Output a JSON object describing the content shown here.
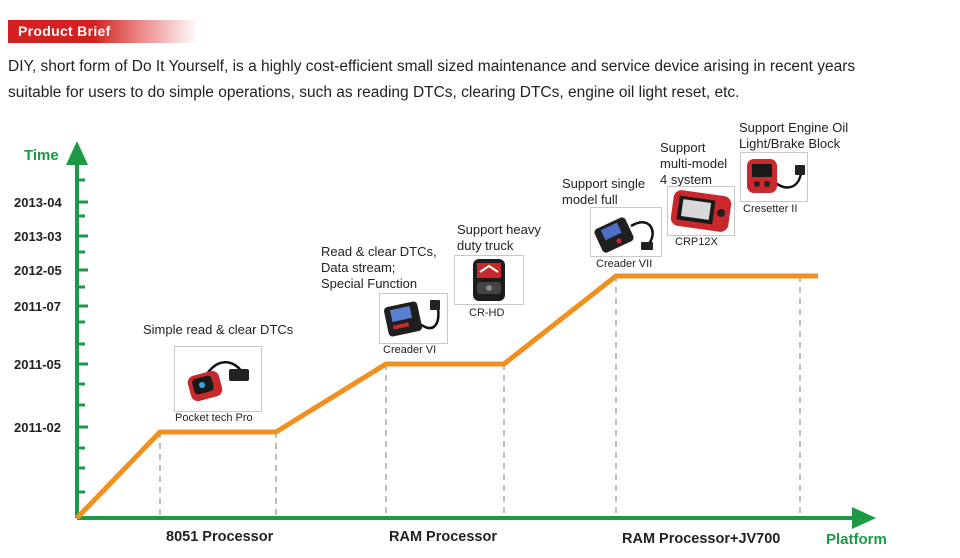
{
  "header": {
    "title": "Product Brief"
  },
  "intro": "DIY, short form of Do It Yourself, is a highly cost-efficient small sized maintenance and service device arising in recent years suitable for users to do simple operations, such as reading DTCs, clearing DTCs, engine oil light reset, etc.",
  "axes": {
    "y_title": "Time",
    "x_title": "Platform",
    "y_ticks": [
      "2013-04",
      "2013-03",
      "2012-05",
      "2011-07",
      "2011-05",
      "2011-02"
    ],
    "x_categories": [
      "8051 Processor",
      "RAM Processor",
      "RAM Processor+JV700"
    ]
  },
  "colors": {
    "timeline": "#f0901e",
    "axis": "#1a9a45",
    "banner": "#d42020"
  },
  "products": [
    {
      "name": "Pocket tech Pro",
      "description": "Simple read & clear DTCs",
      "icon": "pocket-scanner-icon"
    },
    {
      "name": "Creader VI",
      "description": "Read & clear DTCs,\nData stream;\nSpecial  Function",
      "icon": "handheld-scanner-icon"
    },
    {
      "name": "CR-HD",
      "description": "Support  heavy\nduty  truck",
      "icon": "heavy-duty-scanner-icon"
    },
    {
      "name": "Creader VII",
      "description": "Support single\nmodel full",
      "icon": "handheld-scanner-icon"
    },
    {
      "name": "CRP12X",
      "description": "Support\nmulti-model\n4 system",
      "icon": "tablet-scanner-icon"
    },
    {
      "name": "Cresetter II",
      "description": "Support Engine Oil\nLight/Brake Block",
      "icon": "oil-reset-tool-icon"
    }
  ]
}
